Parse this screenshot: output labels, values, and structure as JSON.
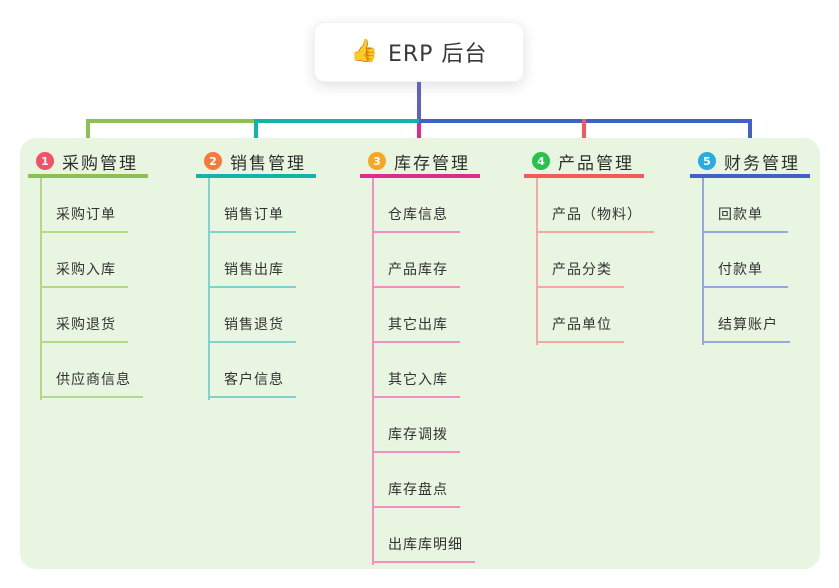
{
  "root": {
    "icon": "thumbs-up-icon",
    "icon_glyph": "👍",
    "label": "ERP 后台"
  },
  "colors": {
    "stem": "#5b62c9",
    "panel_bg": "#e8f5e1",
    "root_bg": "#ffffff"
  },
  "branches": [
    {
      "number": "1",
      "label": "采购管理",
      "badge_color": "#f3516a",
      "line_color": "#8cc152",
      "child_line_color": "#b2d889",
      "children": [
        "采购订单",
        "采购入库",
        "采购退货",
        "供应商信息"
      ]
    },
    {
      "number": "2",
      "label": "销售管理",
      "badge_color": "#f9793d",
      "line_color": "#13b2aa",
      "child_line_color": "#7fd3cc",
      "children": [
        "销售订单",
        "销售出库",
        "销售退货",
        "客户信息"
      ]
    },
    {
      "number": "3",
      "label": "库存管理",
      "badge_color": "#f7a823",
      "line_color": "#e02a8d",
      "child_line_color": "#ef8fc2",
      "children": [
        "仓库信息",
        "产品库存",
        "其它出库",
        "其它入库",
        "库存调拨",
        "库存盘点",
        "出库库明细"
      ]
    },
    {
      "number": "4",
      "label": "产品管理",
      "badge_color": "#27c24c",
      "line_color": "#f15b5b",
      "child_line_color": "#f7a8a2",
      "children": [
        "产品（物料）",
        "产品分类",
        "产品单位"
      ]
    },
    {
      "number": "5",
      "label": "财务管理",
      "badge_color": "#29aae3",
      "line_color": "#4062c8",
      "child_line_color": "#92a8de",
      "children": [
        "回款单",
        "付款单",
        "结算账户"
      ]
    }
  ]
}
